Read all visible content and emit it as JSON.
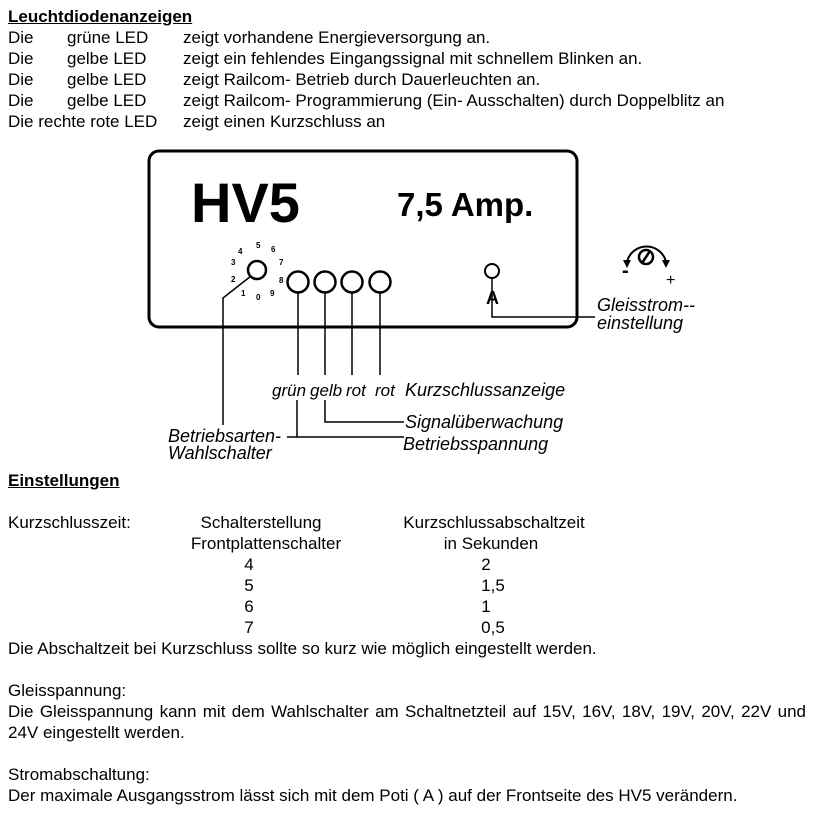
{
  "led_section": {
    "heading": "Leuchtdiodenanzeigen",
    "rows": [
      {
        "subject": "Die",
        "led": "grüne LED",
        "text": "zeigt vorhandene Energieversorgung an."
      },
      {
        "subject": "Die",
        "led": "gelbe LED",
        "text": "zeigt ein fehlendes Eingangssignal mit schnellem Blinken an."
      },
      {
        "subject": "Die",
        "led": "gelbe LED",
        "text": "zeigt Railcom- Betrieb durch Dauerleuchten an."
      },
      {
        "subject": "Die",
        "led": "gelbe LED",
        "text": "zeigt Railcom- Programmierung (Ein- Ausschalten) durch Doppelblitz an"
      },
      {
        "subject": "Die rechte rote LED",
        "led": "",
        "text": "zeigt einen Kurzschluss an"
      }
    ]
  },
  "diagram": {
    "model": "HV5",
    "current": "7,5 Amp.",
    "dial_numbers": [
      "0",
      "1",
      "2",
      "3",
      "4",
      "5",
      "6",
      "7",
      "8",
      "9"
    ],
    "pot_label": "A",
    "pot_minus": "-",
    "pot_plus": "+",
    "pot_caption_1": "Gleisstrom--",
    "pot_caption_2": "einstellung",
    "led_colors": [
      "grün",
      "gelb",
      "rot",
      "rot"
    ],
    "kurzschluss_label": "Kurzschlussanzeige",
    "signal_label": "Signalüberwachung",
    "betrieb_label": "Betriebsspannung",
    "switch_label_1": "Betriebsarten-",
    "switch_label_2": "Wahlschalter"
  },
  "settings": {
    "heading": "Einstellungen",
    "kurzschlusszeit_label": "Kurzschlusszeit:",
    "col1_header_1": "Schalterstellung",
    "col1_header_2": "Frontplattenschalter",
    "col2_header_1": "Kurzschlussabschaltzeit",
    "col2_header_2": "in Sekunden",
    "rows": [
      {
        "position": "4",
        "seconds": "2"
      },
      {
        "position": "5",
        "seconds": "1,5"
      },
      {
        "position": "6",
        "seconds": "1"
      },
      {
        "position": "7",
        "seconds": "0,5"
      }
    ],
    "note": "Die Abschaltzeit bei Kurzschluss sollte so kurz wie möglich eingestellt werden.",
    "gleis_heading": "Gleisspannung:",
    "gleis_text": "Die Gleisspannung kann mit dem Wahlschalter am Schaltnetzteil auf 15V, 16V, 18V, 19V, 20V, 22V und 24V eingestellt werden.",
    "strom_heading": "Stromabschaltung:",
    "strom_text": "Der maximale Ausgangsstrom lässt sich mit dem Poti ( A ) auf der Frontseite des HV5 verändern."
  }
}
